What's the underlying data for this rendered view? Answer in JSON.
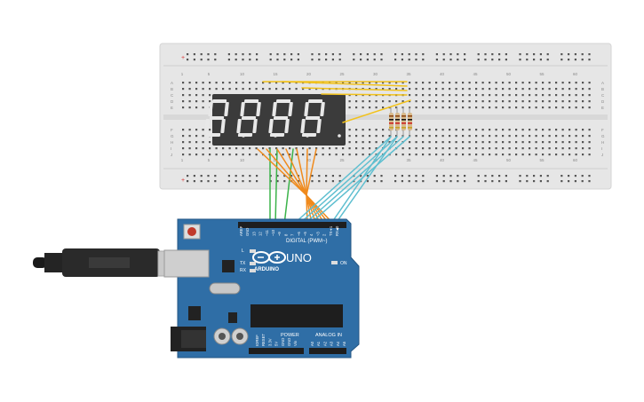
{
  "breadboard": {
    "column_numbers": [
      "1",
      "5",
      "10",
      "15",
      "20",
      "25",
      "30",
      "35",
      "40",
      "45",
      "50",
      "55",
      "60"
    ],
    "row_letters_top": [
      "A",
      "B",
      "C",
      "D",
      "E"
    ],
    "row_letters_bottom": [
      "F",
      "G",
      "H",
      "I",
      "J"
    ]
  },
  "display": {
    "digits": [
      "8",
      "8",
      "8",
      "8"
    ]
  },
  "arduino": {
    "logo_text": "ARDUINO",
    "model_text": "UNO",
    "digital_label": "DIGITAL (PWM~)",
    "power_label": "POWER",
    "analog_label": "ANALOG IN",
    "on_label": "ON",
    "l_label": "L",
    "tx_label": "TX",
    "rx_label": "RX",
    "top_pins": [
      "AREF",
      "GND",
      "13",
      "12",
      "~11",
      "~10",
      "~9",
      "8",
      "7",
      "~6",
      "~5",
      "4",
      "~3",
      "2",
      "TX➔1",
      "RX◀0"
    ],
    "power_pins": [
      "IOREF",
      "RESET",
      "3.3V",
      "5V",
      "GND",
      "GND",
      "Vin"
    ],
    "analog_pins": [
      "A0",
      "A1",
      "A2",
      "A3",
      "A4",
      "A5"
    ]
  },
  "colors": {
    "board": "#2f6ea6",
    "breadboard": "#e6e6e6",
    "segment": "#3a3a3a",
    "wire_yellow": "#f2c21b",
    "wire_orange": "#f08a1c",
    "wire_green": "#3bb34a",
    "wire_cyan": "#5fbfd0"
  }
}
